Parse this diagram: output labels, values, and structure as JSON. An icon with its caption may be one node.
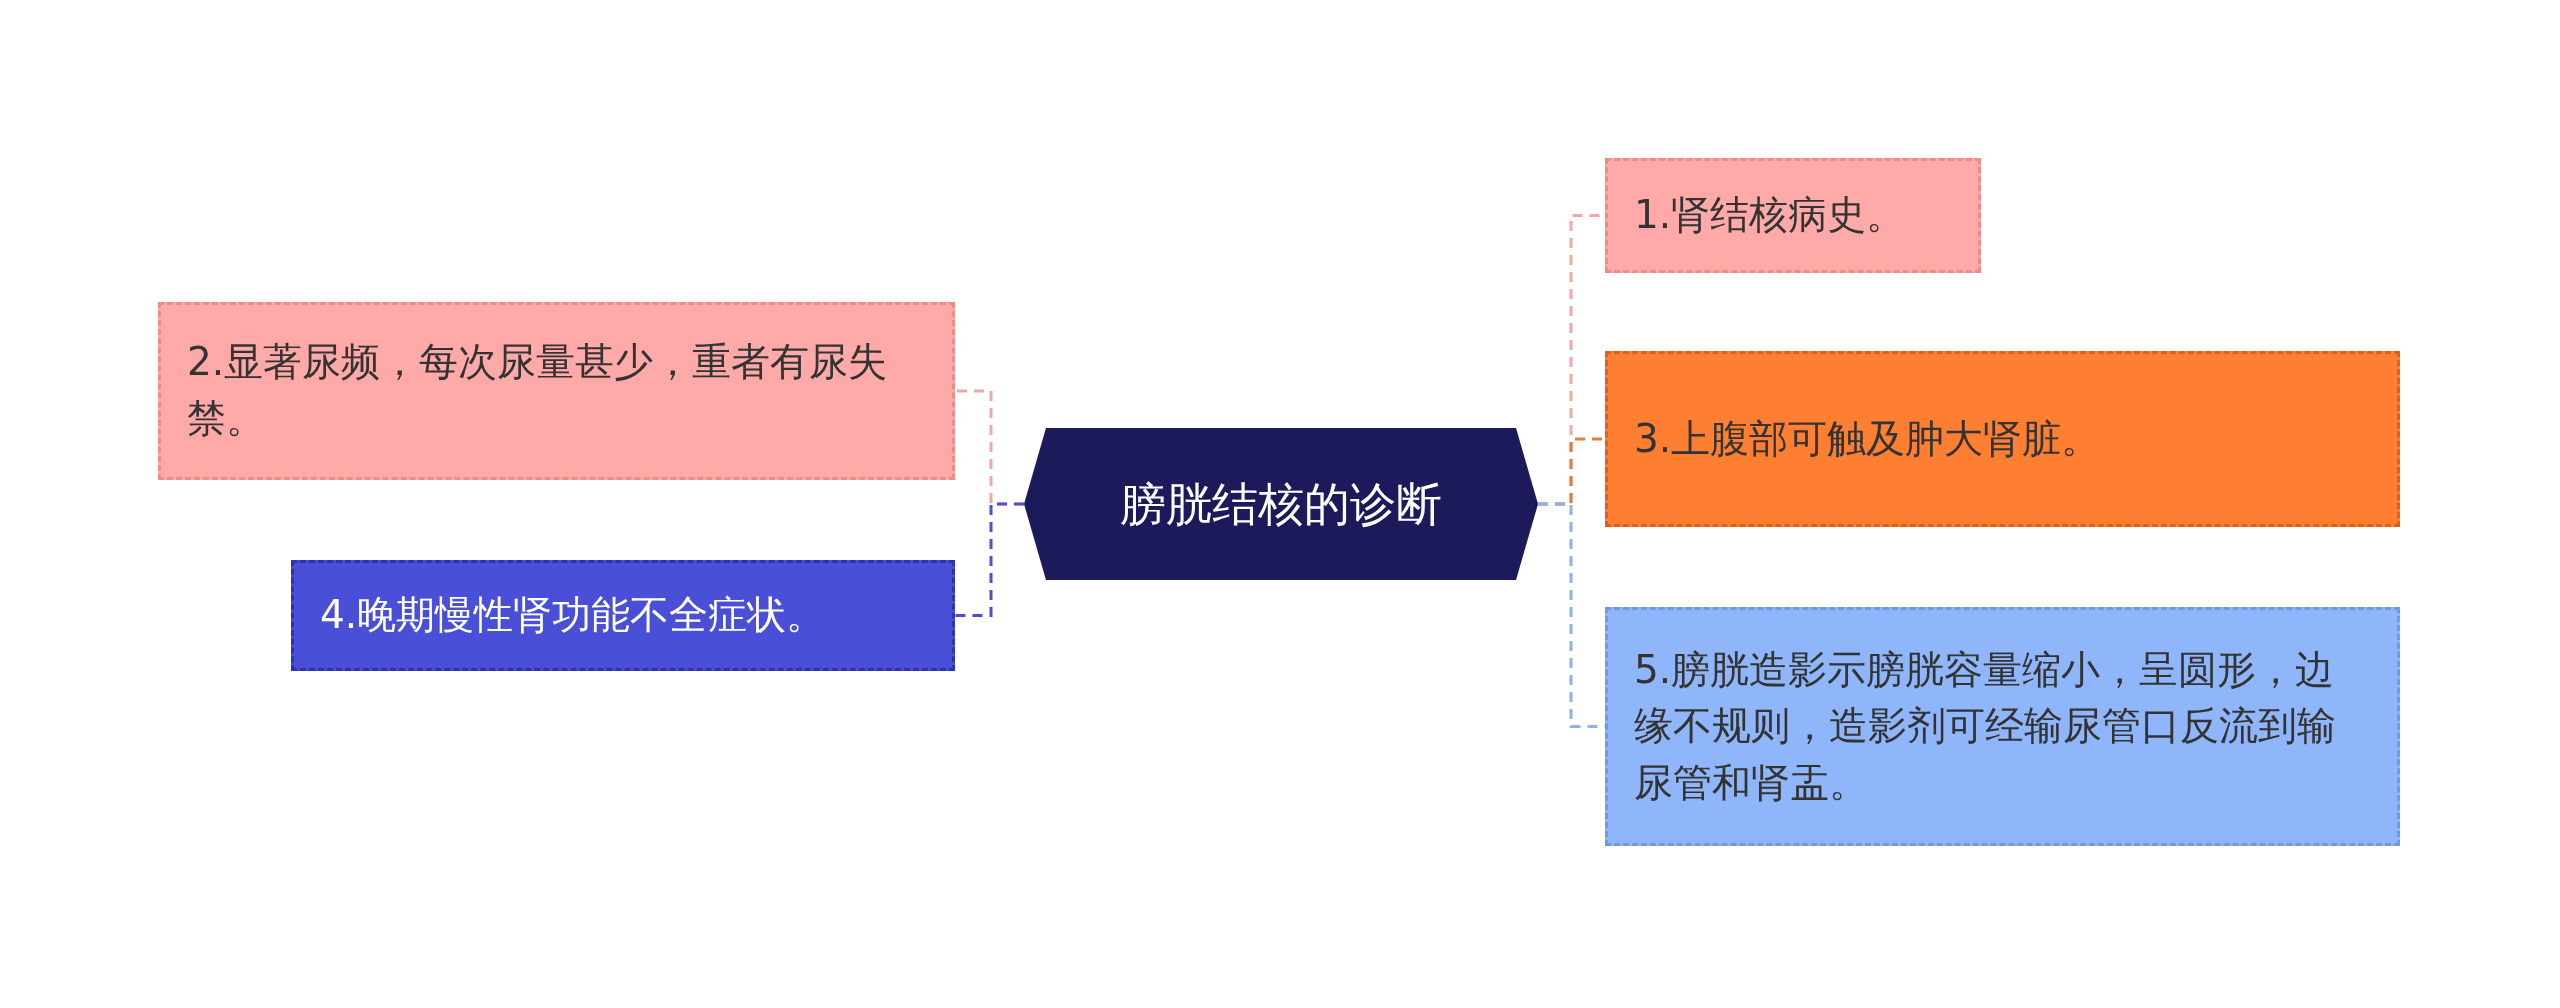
{
  "diagram": {
    "nodes": [
      {
        "text": [
          "膀胱结核的诊断"
        ]
      },
      {
        "text": [
          "1.肾结核病史。"
        ]
      },
      {
        "text": [
          "2.显著尿频，每次尿量甚少，重者有尿失禁。"
        ]
      },
      {
        "text": [
          "3.上腹部可触及肿大肾脏。"
        ]
      },
      {
        "text": [
          "4.晚期慢性肾功能不全症状。"
        ]
      },
      {
        "text": [
          "5.膀胱造影示膀胱容量缩小，呈圆形，边缘不规则，造影剂可经输尿管口反流到输尿管和肾盂。"
        ]
      }
    ],
    "edges": [
      {
        "from": 0,
        "to": 1,
        "arrow": "none",
        "style": "dashed",
        "color": "#f4a6a4"
      },
      {
        "from": 0,
        "to": 2,
        "arrow": "none",
        "style": "dashed",
        "color": "#f4a6a4"
      },
      {
        "from": 0,
        "to": 3,
        "arrow": "none",
        "style": "dashed",
        "color": "#e97a3a"
      },
      {
        "from": 0,
        "to": 4,
        "arrow": "none",
        "style": "dashed",
        "color": "#4a4fd8"
      },
      {
        "from": 0,
        "to": 5,
        "arrow": "none",
        "style": "dashed",
        "color": "#8fb2ef"
      }
    ]
  }
}
